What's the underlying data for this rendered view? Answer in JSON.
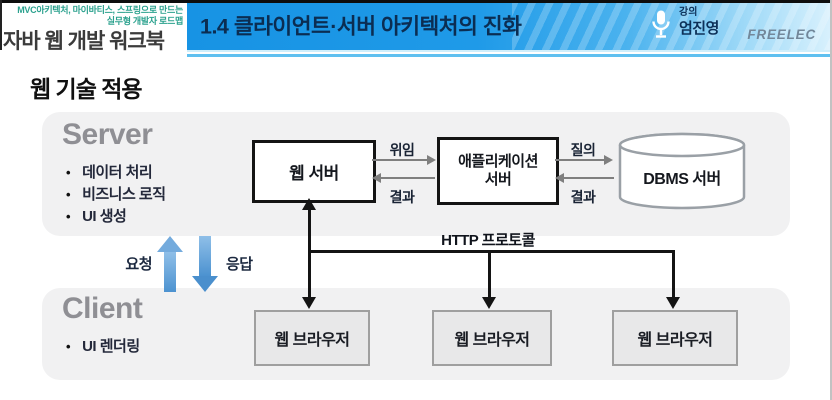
{
  "header": {
    "tagline_line1": "MVC아키텍처, 마이바티스, 스프링으로 만드는",
    "tagline_line2": "실무형 개발자 로드맵",
    "book_title": "자바 웹 개발 워크북",
    "lesson_title": "1.4 클라이언트·서버 아키텍처의 진화",
    "instructor_label": "강의",
    "instructor_name": "엄진영",
    "publisher_logo": "FREELEC",
    "icons": {
      "microphone": "microphone-icon"
    },
    "colors": {
      "bar_blue": "#1b96e6",
      "bar_blue_light": "#aadcf7",
      "title_navy": "#0b2d52",
      "tagline_teal": "#2ba18e"
    }
  },
  "slide": {
    "heading": "웹 기술 적용",
    "server": {
      "title": "Server",
      "bullets": [
        "데이터 처리",
        "비즈니스 로직",
        "UI 생성"
      ]
    },
    "client": {
      "title": "Client",
      "bullets": [
        "UI 렌더링"
      ]
    },
    "request_label": "요청",
    "response_label": "응답",
    "nodes": {
      "web_server": "웹 서버",
      "app_server_line1": "애플리케이션",
      "app_server_line2": "서버",
      "dbms_server": "DBMS 서버",
      "browser1": "웹 브라우저",
      "browser2": "웹 브라우저",
      "browser3": "웹 브라우저"
    },
    "edges": {
      "delegate_label": "위임",
      "web_result_label": "결과",
      "query_label": "질의",
      "db_result_label": "결과",
      "http_label": "HTTP 프로토콜"
    },
    "colors": {
      "panel_gray": "#f1f1f2",
      "arrow_blue": "#5b9bd5",
      "line_black": "#141414",
      "arrow_gray": "#7f7f7f"
    }
  }
}
